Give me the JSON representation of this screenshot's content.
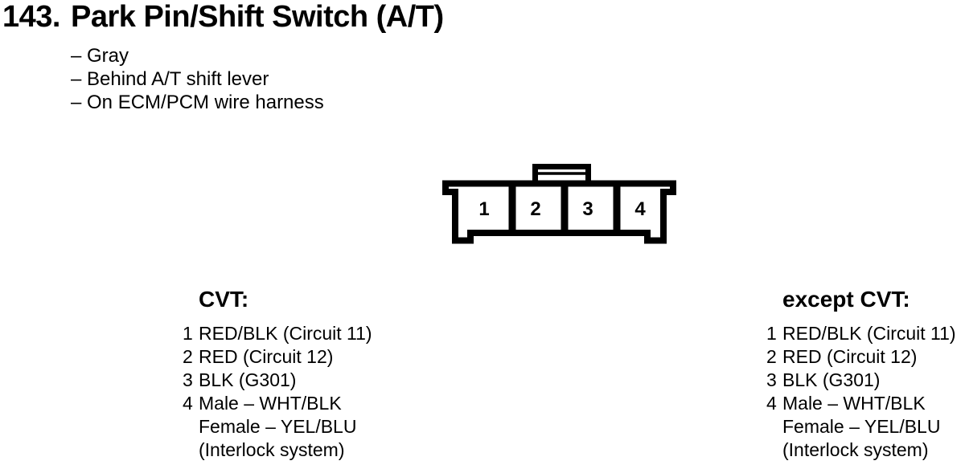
{
  "header": {
    "number": "143.",
    "title": "Park Pin/Shift Switch (A/T)",
    "notes": [
      "– Gray",
      "– Behind A/T shift lever",
      "– On ECM/PCM wire harness"
    ]
  },
  "connector": {
    "description": "4-cavity connector, front view",
    "pins": [
      "1",
      "2",
      "3",
      "4"
    ]
  },
  "columns": [
    {
      "heading": "CVT:",
      "entries": [
        {
          "num": "1",
          "lines": [
            "RED/BLK (Circuit 11)"
          ]
        },
        {
          "num": "2",
          "lines": [
            "RED (Circuit 12)"
          ]
        },
        {
          "num": "3",
          "lines": [
            "BLK (G301)"
          ]
        },
        {
          "num": "4",
          "lines": [
            "Male – WHT/BLK",
            "Female – YEL/BLU",
            "(Interlock system)"
          ]
        }
      ]
    },
    {
      "heading": "except CVT:",
      "entries": [
        {
          "num": "1",
          "lines": [
            "RED/BLK (Circuit 11)"
          ]
        },
        {
          "num": "2",
          "lines": [
            "RED (Circuit 12)"
          ]
        },
        {
          "num": "3",
          "lines": [
            "BLK (G301)"
          ]
        },
        {
          "num": "4",
          "lines": [
            "Male – WHT/BLK",
            "Female – YEL/BLU",
            "(Interlock system)"
          ]
        }
      ]
    }
  ],
  "colors": {
    "ink": "#000000",
    "paper": "#ffffff"
  }
}
